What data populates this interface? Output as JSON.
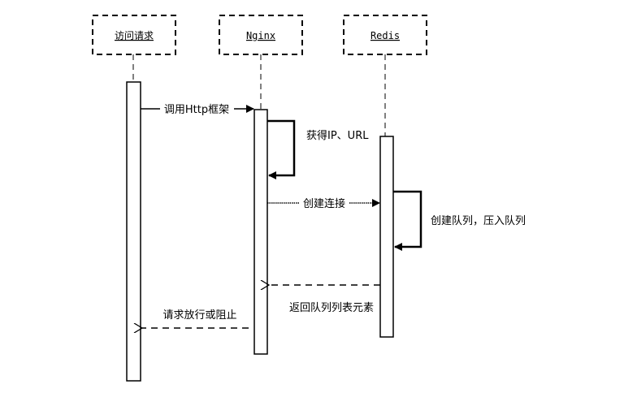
{
  "diagram": {
    "type": "sequence",
    "participants": [
      {
        "id": "client",
        "label": "访问请求"
      },
      {
        "id": "nginx",
        "label": "Nginx"
      },
      {
        "id": "redis",
        "label": "Redis"
      }
    ],
    "messages": [
      {
        "from": "client",
        "to": "nginx",
        "label": "调用Http框架",
        "style": "solid"
      },
      {
        "from": "nginx",
        "to": "nginx",
        "label": "获得IP、URL",
        "style": "self"
      },
      {
        "from": "nginx",
        "to": "redis",
        "label": "创建连接",
        "style": "dotted"
      },
      {
        "from": "redis",
        "to": "redis",
        "label": "创建队列，压入队列",
        "style": "self"
      },
      {
        "from": "redis",
        "to": "nginx",
        "label": "返回队列列表元素",
        "style": "dashed-return"
      },
      {
        "from": "nginx",
        "to": "client",
        "label": "请求放行或阻止",
        "style": "dashed-return"
      }
    ]
  }
}
